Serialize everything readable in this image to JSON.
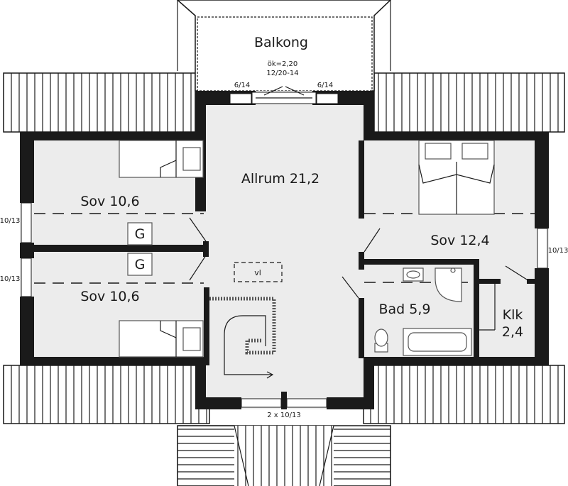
{
  "rooms": {
    "balcony": "Balkong",
    "family_room": "Allrum 21,2",
    "bedroom_top_left": "Sov 10,6",
    "bedroom_bottom_left": "Sov 10,6",
    "bedroom_right": "Sov 12,4",
    "bathroom": "Bad 5,9",
    "closet_name": "Klk",
    "closet_area": "2,4"
  },
  "labels": {
    "wardrobe_1": "G",
    "wardrobe_2": "G",
    "vl": "vl",
    "balcony_door_area": "ök=2,20",
    "balcony_door_size": "12/20-14",
    "window_balcony_left": "6/14",
    "window_balcony_right": "6/14",
    "window_left_top": "10/13",
    "window_left_bottom": "10/13",
    "window_right": "10/13",
    "window_bottom": "2 x 10/13"
  }
}
